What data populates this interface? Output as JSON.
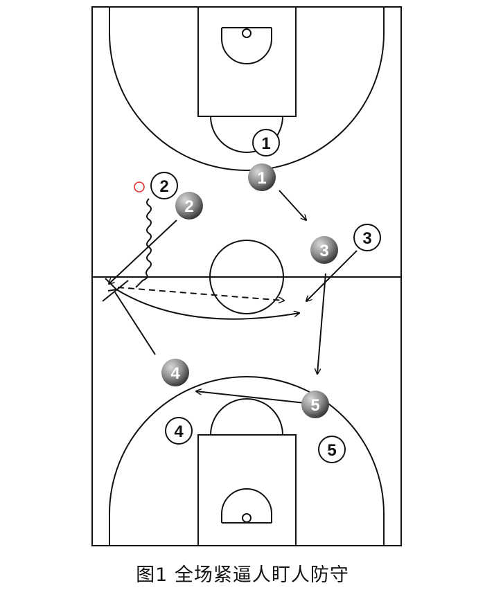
{
  "caption": "图1  全场紧逼人盯人防守",
  "players": {
    "offense": [
      "1",
      "2",
      "3",
      "4",
      "5"
    ],
    "defense": [
      "1",
      "2",
      "3",
      "4",
      "5"
    ]
  },
  "colors": {
    "line": "#111111",
    "ball_marker": "#e03030",
    "defender_light": "#bdbdbd",
    "defender_dark": "#3a3a3a"
  }
}
